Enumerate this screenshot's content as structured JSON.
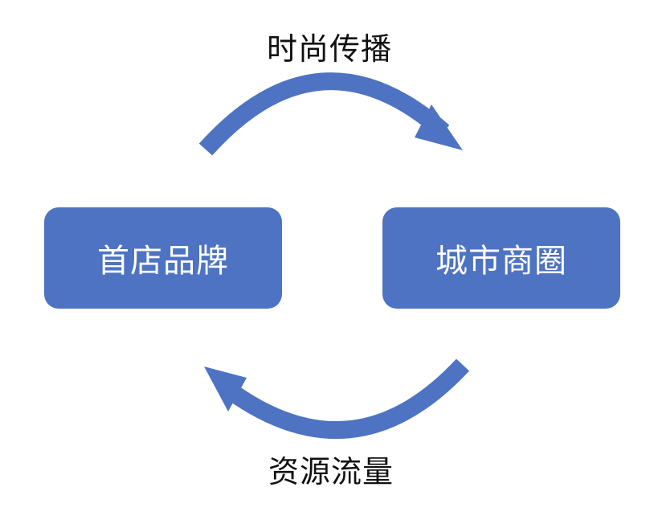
{
  "diagram": {
    "nodes": {
      "left": "首店品牌",
      "right": "城市商圈"
    },
    "flows": {
      "top": "时尚传播",
      "bottom": "资源流量"
    },
    "colors": {
      "box_fill": "#4e73c2",
      "arrow": "#4e73c2",
      "box_text": "#ffffff",
      "label_text": "#111111"
    }
  }
}
